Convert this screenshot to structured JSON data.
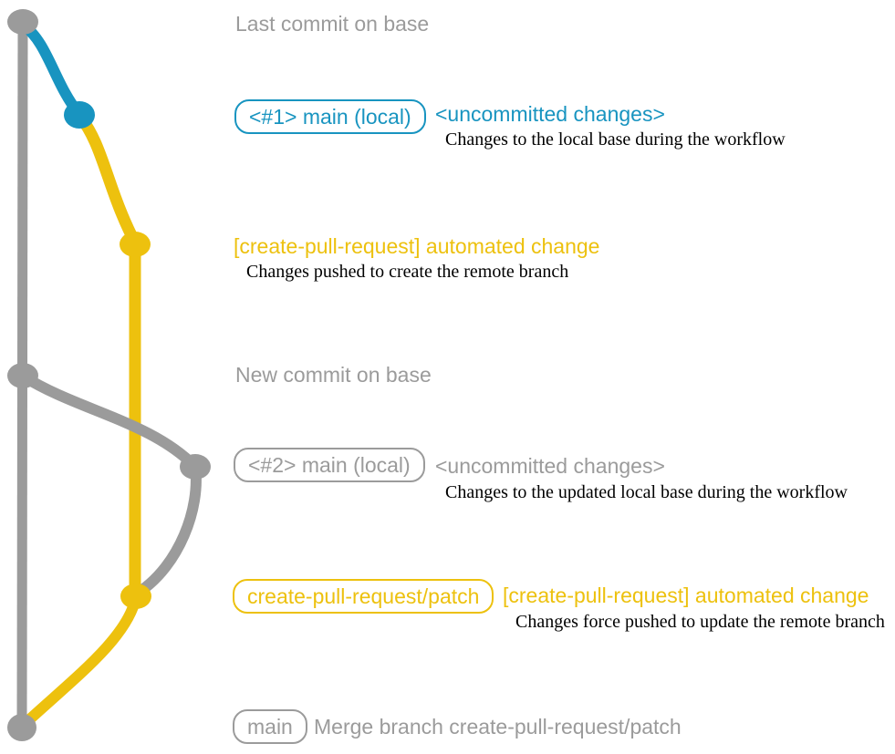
{
  "colors": {
    "gray": "#9b9b9b",
    "blue": "#1894c0",
    "yellow": "#edc10e",
    "text": "#000000"
  },
  "diagram": {
    "type": "git-branch-graph",
    "branches": [
      {
        "name": "base",
        "color_key": "gray"
      },
      {
        "name": "local-main-changes",
        "color_key": "blue"
      },
      {
        "name": "create-pull-request-patch",
        "color_key": "yellow"
      }
    ],
    "commit_dots": [
      {
        "name": "base-tip",
        "color_key": "gray"
      },
      {
        "name": "local-1",
        "color_key": "blue"
      },
      {
        "name": "pr-branch-1",
        "color_key": "yellow"
      },
      {
        "name": "base-new",
        "color_key": "gray"
      },
      {
        "name": "local-2",
        "color_key": "gray"
      },
      {
        "name": "pr-branch-2",
        "color_key": "yellow"
      },
      {
        "name": "merge",
        "color_key": "gray"
      }
    ]
  },
  "rows": {
    "row1": {
      "label": "Last commit on base"
    },
    "row2": {
      "badge": "<#1> main (local)",
      "title": "<uncommitted changes>",
      "desc": "Changes to the local base during the workflow"
    },
    "row3": {
      "title": "[create-pull-request] automated change",
      "desc": "Changes pushed to create the remote branch"
    },
    "row4": {
      "label": "New commit on base"
    },
    "row5": {
      "badge": "<#2> main (local)",
      "title": "<uncommitted changes>",
      "desc": "Changes to the updated local base during the workflow"
    },
    "row6": {
      "badge": "create-pull-request/patch",
      "title": "[create-pull-request] automated change",
      "desc": "Changes force pushed to update the remote branch"
    },
    "row7": {
      "badge": "main",
      "label": "Merge branch create-pull-request/patch"
    }
  }
}
